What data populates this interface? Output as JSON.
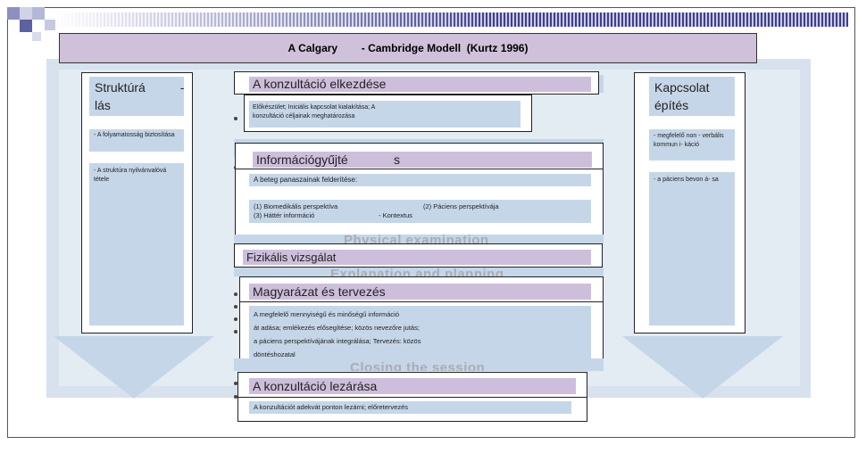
{
  "title": "A Calgary        - Cambridge Modell  (Kurtz 1996)",
  "left_column": {
    "heading_line1": "Struktúrá          -",
    "heading_line2": "lás",
    "item1": "- A folyamatosság biztosítása",
    "item2": "-   A struktúra nyilvánvalóvá tétele"
  },
  "right_column": {
    "heading_line1": "Kapcsolat",
    "heading_line2": "építés",
    "item1": "- megfelelő          non     - verbális kommun           i- káció",
    "item2": "- a páciens bevon              á- sa"
  },
  "sections": {
    "start": {
      "heading": "A konzultáció elkezdése",
      "line1": "Előkészület; Iniciális kapcsolat kialakítása; A",
      "line2": "konzultáció céljainak meghatározása"
    },
    "info": {
      "heading": "Információgyűjté",
      "heading_tail": "s",
      "sub": "A beteg panaszainak felderítése:",
      "p1": "(1)   Biomedikális perspektíva",
      "p2": "(2)   Páciens perspektívája",
      "p3": "(3)   Háttér információ",
      "p4": "- Kontextus"
    },
    "physical": {
      "heading": "Fizikális vizsgálat",
      "ghost": "Physical examination"
    },
    "explain": {
      "heading": "Magyarázat és tervezés",
      "ghost": "Explanation and planning",
      "line1": "A megfelelő mennyiségű és minőségű információ",
      "line2": "át   adása; emlékezés elősegítése; közös nevezőre jutás;",
      "line3": "a páciens perspektívájának integrálása; Tervezés: közös",
      "line4": "döntéshozatal"
    },
    "close": {
      "heading": "A konzultáció lezárása",
      "ghost": "Closing the session",
      "line1": "A konzultációt adekvát ponton lezárni; előretervezés"
    }
  },
  "colors": {
    "stripe_dark": "#3f3f8f",
    "heading_purple": "#cdbfdc",
    "light_blue": "#c5d6e8",
    "panel_blue": "#d7e2ee"
  }
}
